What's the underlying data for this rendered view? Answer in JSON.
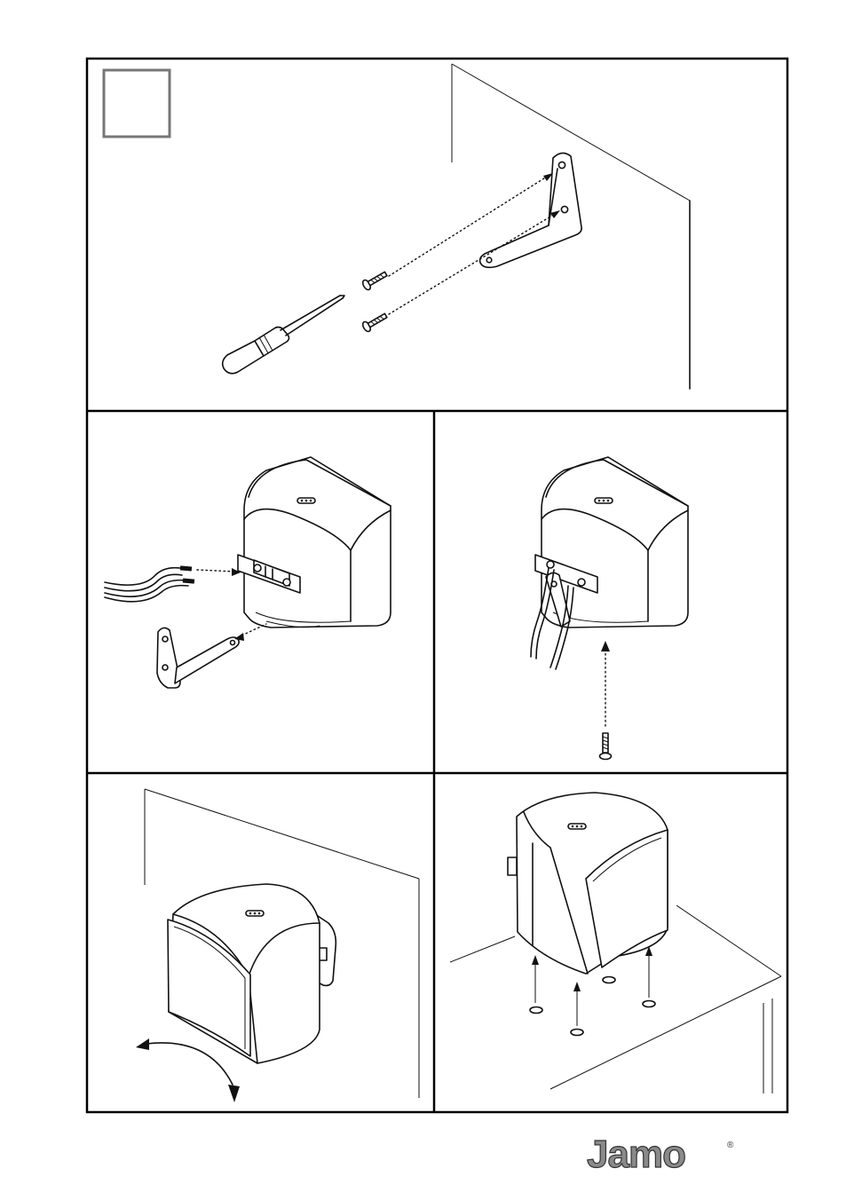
{
  "document": {
    "type": "installation-instructions",
    "panels": [
      {
        "id": "wall-bracket-mount",
        "description_icon": "screwdriver-icon"
      },
      {
        "id": "connect-wires-and-attach-bracket"
      },
      {
        "id": "secure-bracket-screw"
      },
      {
        "id": "tilt-adjust-on-wall"
      },
      {
        "id": "table-placement-with-feet"
      }
    ],
    "footer": {
      "brand": "Jamo",
      "registered_mark": "®"
    }
  }
}
